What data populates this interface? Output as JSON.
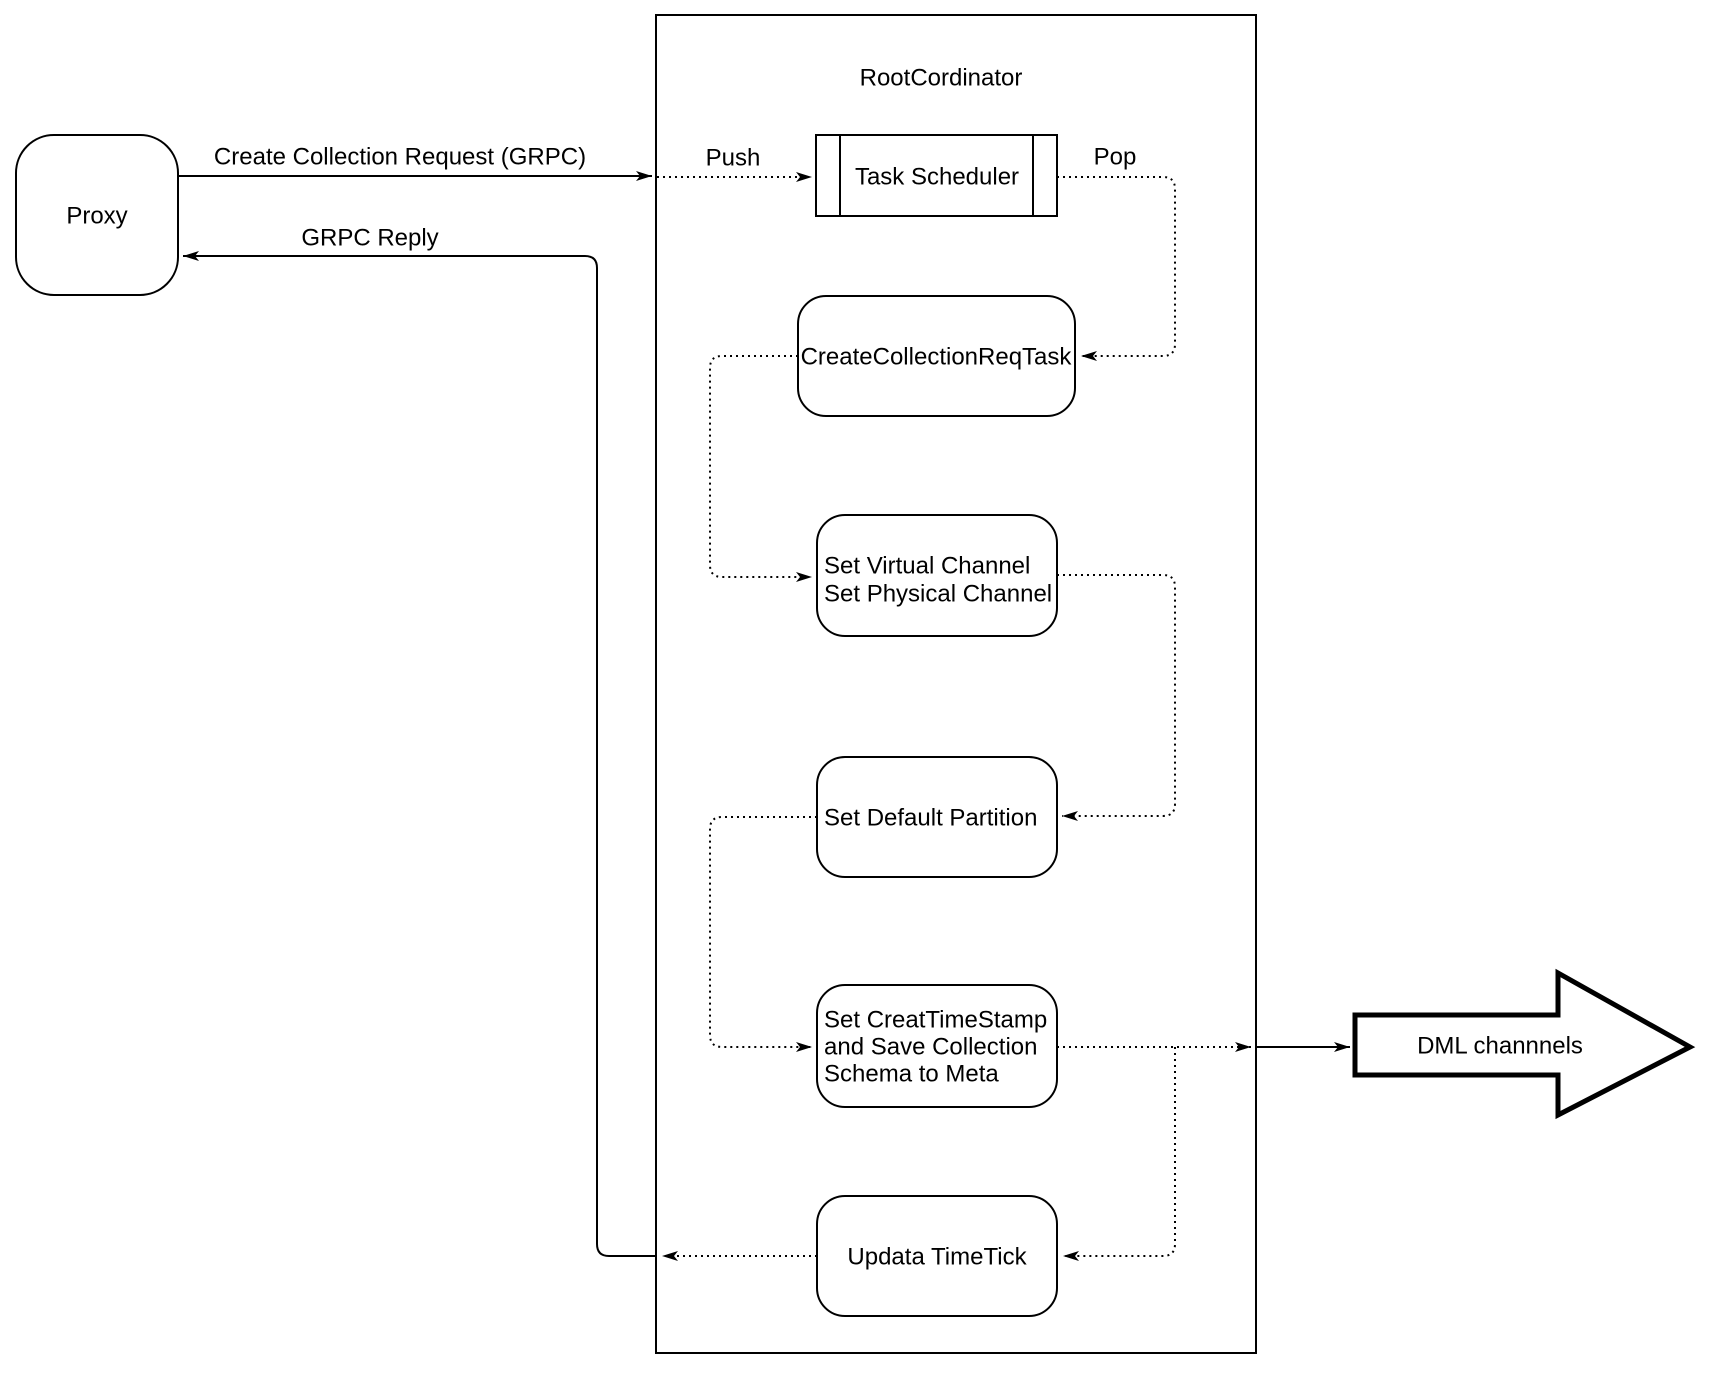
{
  "diagram": {
    "proxy_label": "Proxy",
    "root_title": "RootCordinator",
    "task_scheduler_label": "Task Scheduler",
    "create_collection_req_task_label": "CreateCollectionReqTask",
    "set_channels_line1": "Set Virtual Channel",
    "set_channels_line2": "Set Physical Channel",
    "set_default_partition_label": "Set Default Partition",
    "set_timestamp_line1": "Set CreatTimeStamp",
    "set_timestamp_line2": "and Save Collection",
    "set_timestamp_line3": "Schema to Meta",
    "update_timetick_label": "Updata TimeTick",
    "dml_label": "DML channnels",
    "edge_create_collection": "Create Collection Request (GRPC)",
    "edge_grpc_reply": "GRPC Reply",
    "edge_push": "Push",
    "edge_pop": "Pop",
    "colors": {
      "line": "#000000",
      "background": "#ffffff",
      "node_fill": "#ffffff"
    }
  }
}
